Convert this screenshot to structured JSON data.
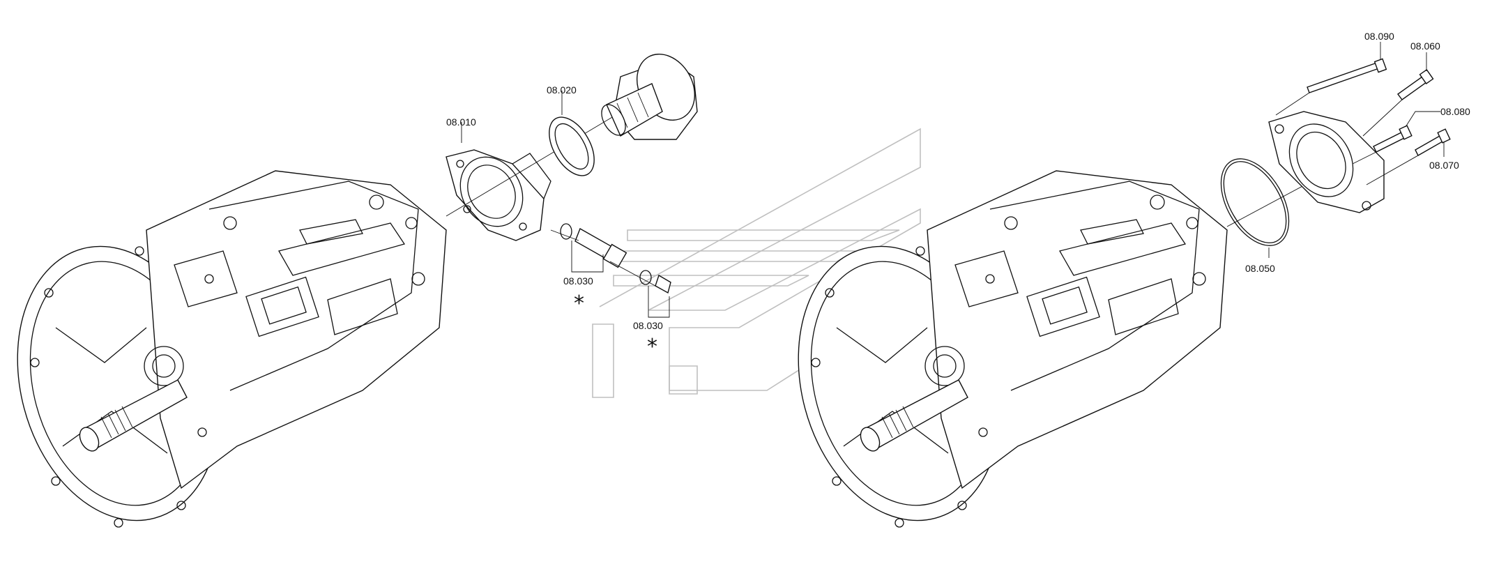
{
  "callouts": {
    "c08010": "08.010",
    "c08020": "08.020",
    "c08030a": "08.030",
    "c08030b": "08.030",
    "c08090": "08.090",
    "c08060": "08.060",
    "c08080": "08.080",
    "c08070": "08.070",
    "c08050": "08.050"
  },
  "markers": {
    "star_a": "*",
    "star_b": "*"
  }
}
